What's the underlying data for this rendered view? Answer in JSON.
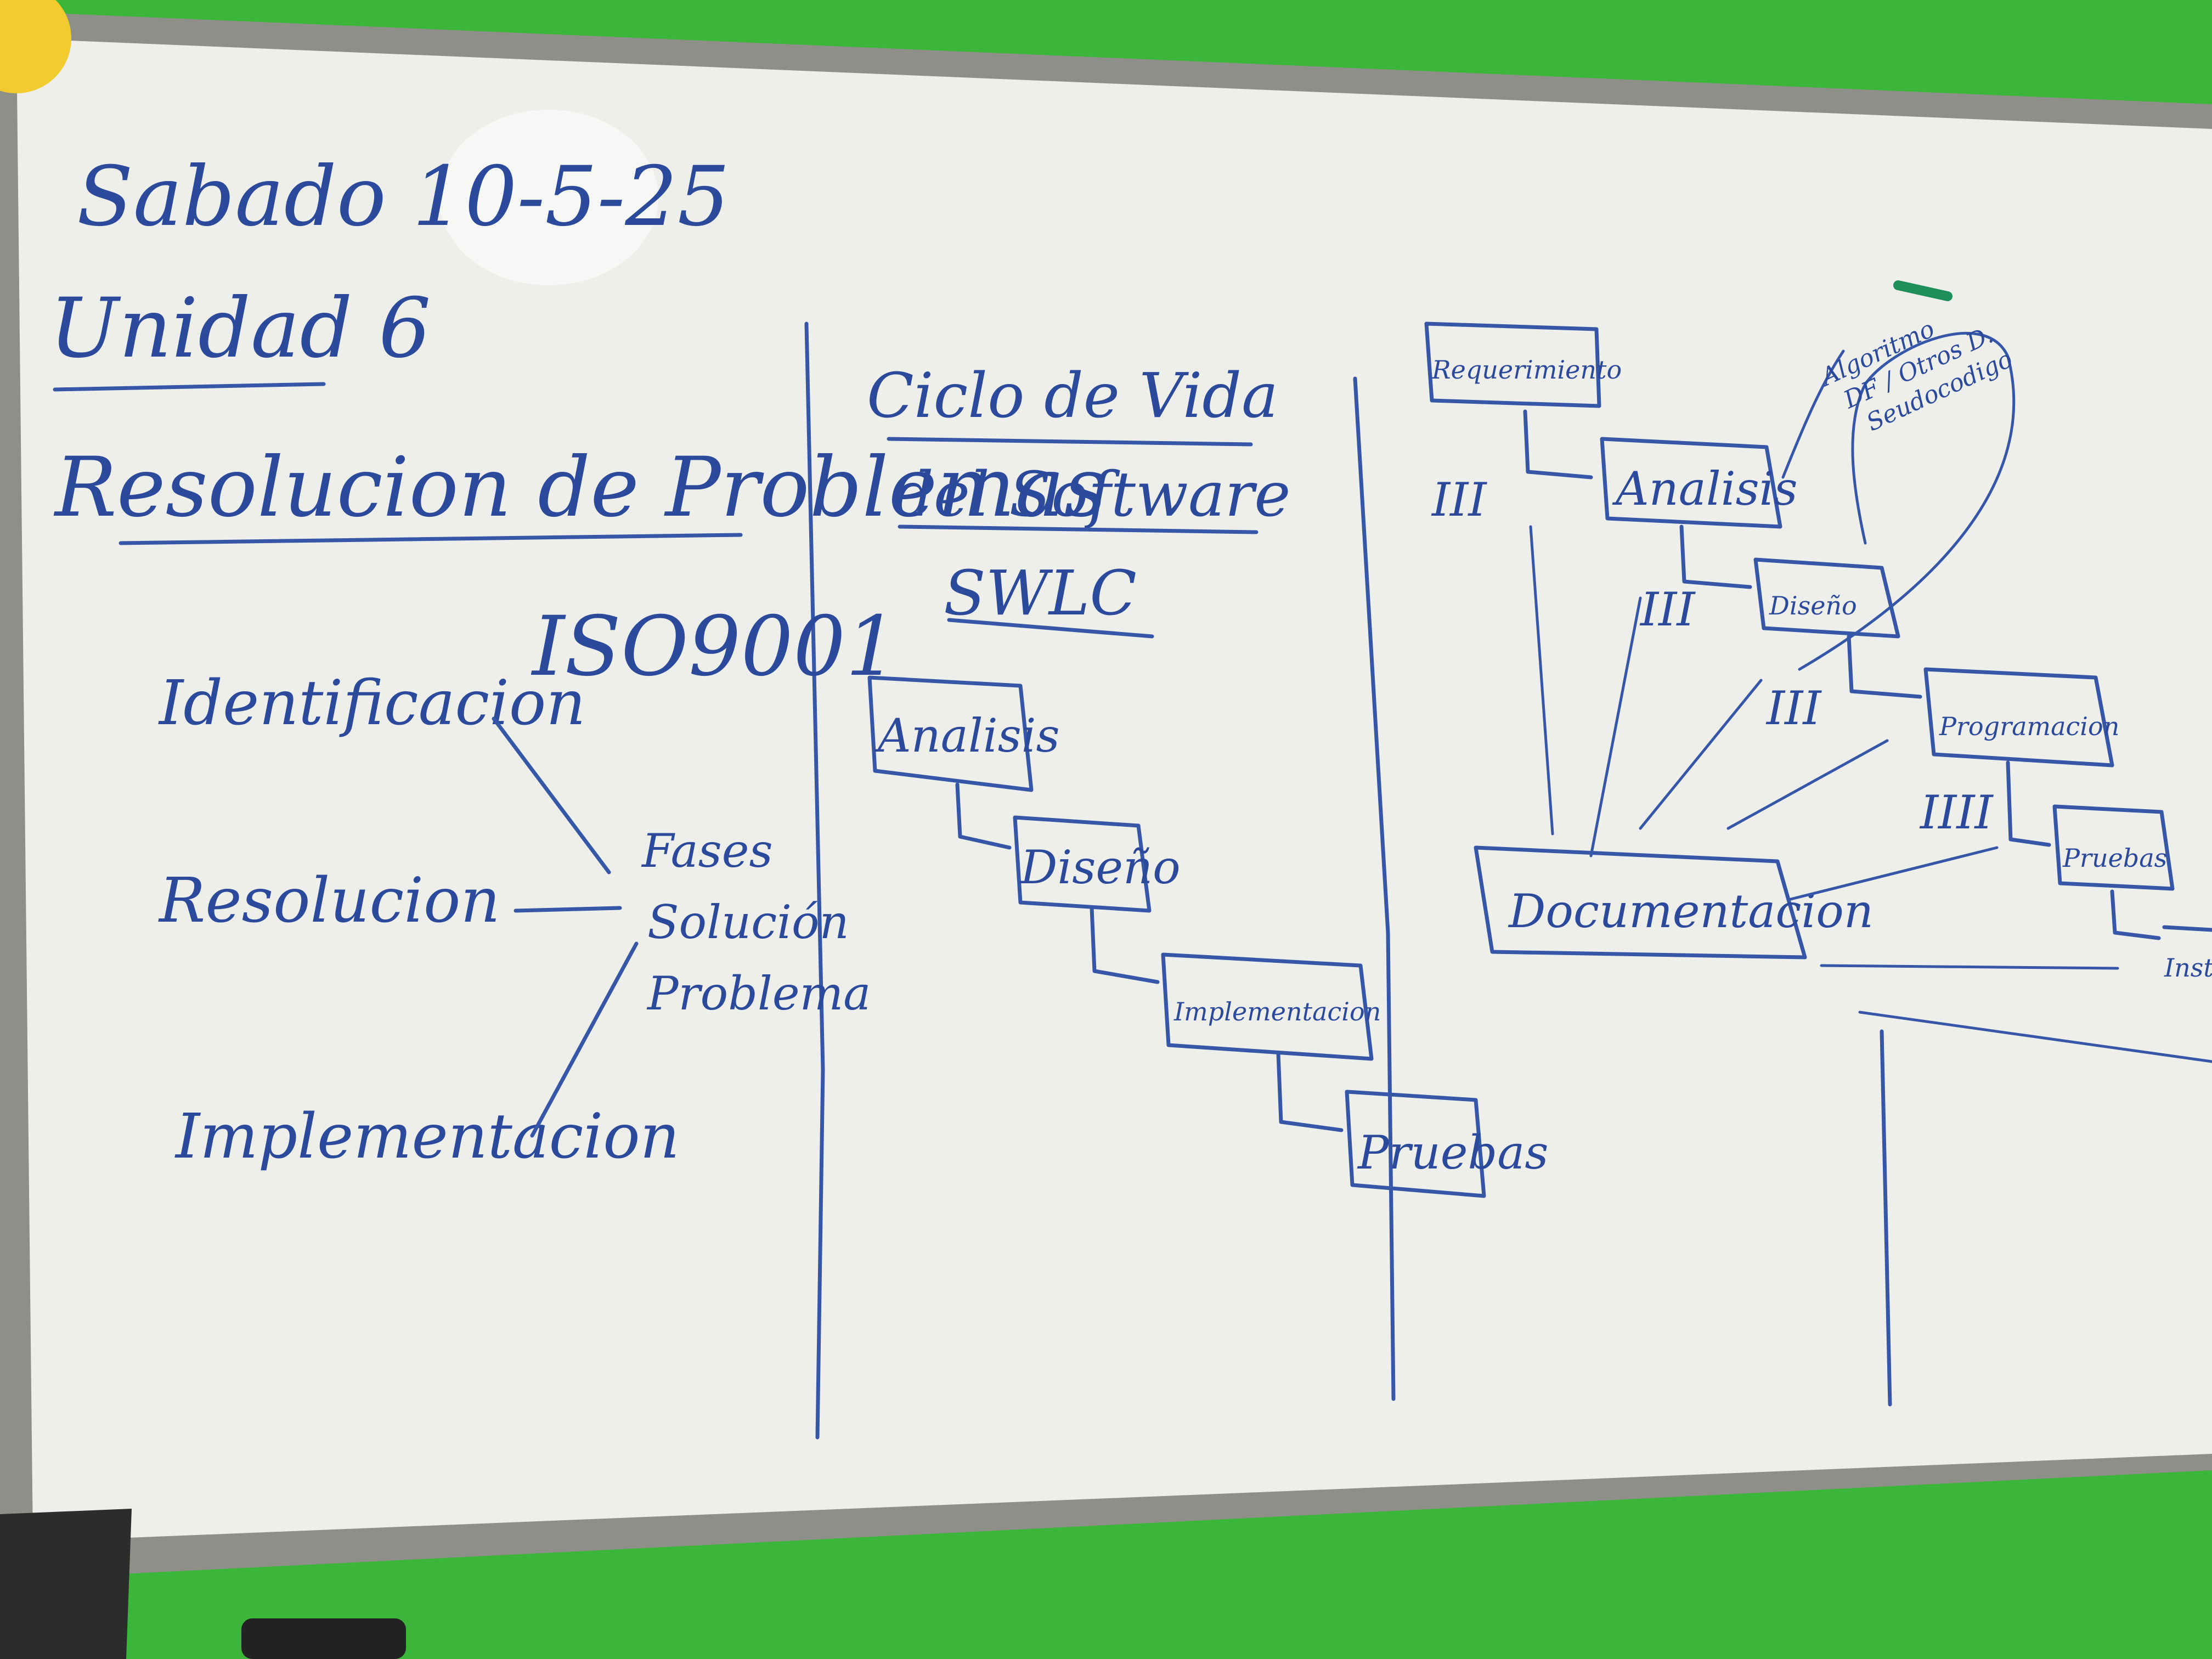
{
  "colors": {
    "wall": "#3bb53a",
    "board": "#eeeeea",
    "frame": "#8f8f8a",
    "ink": "#3656a8",
    "marker_green": "#1f8f5c"
  },
  "left_section": {
    "date": "Sabado 10-5-25",
    "unit": "Unidad 6",
    "topic": "Resolucion de Problemas",
    "standard": "ISO9001",
    "phases": [
      "Identificacion",
      "Resolucion",
      "Implementacion"
    ],
    "phases_label_lines": [
      "Fases",
      "Solución",
      "Problema"
    ]
  },
  "middle_section": {
    "title_lines": [
      "Ciclo de Vida",
      "del Software"
    ],
    "acronym": "SWLC",
    "steps": [
      "Analisis",
      "Diseño",
      "Implementacion",
      "Pruebas"
    ]
  },
  "right_section": {
    "steps": [
      "Requerimiento",
      "Analisis",
      "Diseño",
      "Programacion",
      "Pruebas",
      "Insta"
    ],
    "tallies": [
      "III",
      "III",
      "III",
      "IIII"
    ],
    "hub": "Documentacion",
    "side_note_lines": [
      "Algoritmo",
      "DF / Otros D.",
      "Seudocodigo"
    ]
  }
}
